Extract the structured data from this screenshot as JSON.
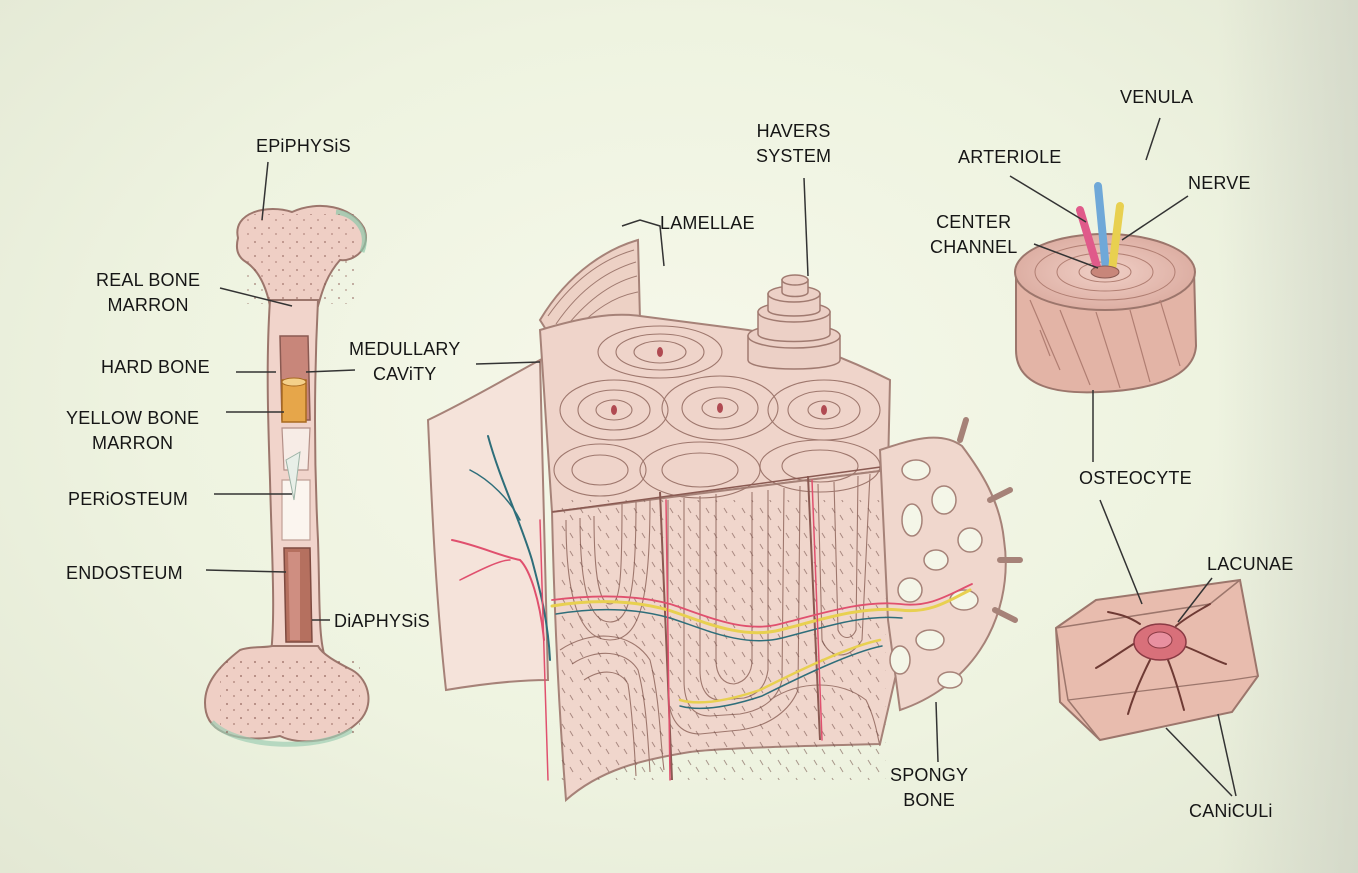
{
  "labels": {
    "epiphysis": "EPiPHYSiS",
    "real_bone_marrow": [
      "REAL BONE",
      "MARRON"
    ],
    "hard_bone": "HARD BONE",
    "yellow_bone_marrow": [
      "YELLOW BONE",
      "MARRON"
    ],
    "periosteum": "PERiOSTEUM",
    "endosteum": "ENDOSTEUM",
    "diaphysis": "DiAPHYSiS",
    "medullary_cavity": [
      "MEDULLARY",
      "CAViTY"
    ],
    "lamellae": "LAMELLAE",
    "havers_system": [
      "HAVERS",
      "SYSTEM"
    ],
    "spongy_bone": [
      "SPONGY",
      "BONE"
    ],
    "venula": "VENULA",
    "arteriole": "ARTERIOLE",
    "nerve": "NERVE",
    "center_channel": [
      "CENTER",
      "CHANNEL"
    ],
    "osteocyte": "OSTEOCYTE",
    "lacunae": "LACUNAE",
    "caniculi": "CANiCULi"
  },
  "colors": {
    "background": "#eef3e2",
    "bone": "#ecc9bf",
    "bone_outline": "#a87f76",
    "yellow_marrow": "#e6a64a",
    "artery": "#e0506e",
    "vein": "#2e6e7a",
    "nerve": "#e8d050",
    "leader_line": "#333333"
  }
}
